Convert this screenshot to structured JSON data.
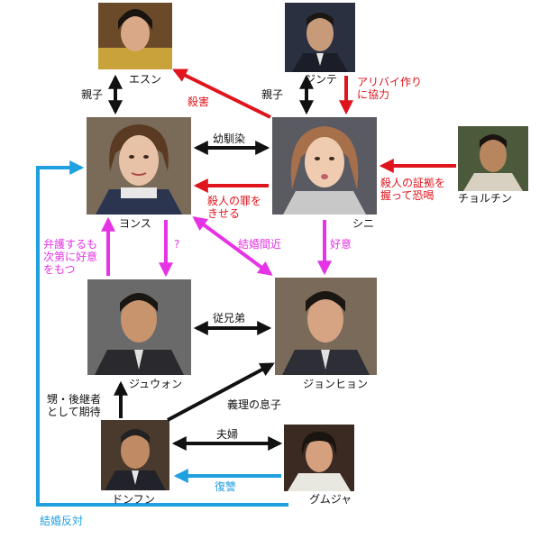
{
  "people": {
    "esun": "エスン",
    "jinte": "ジンテ",
    "yonsu": "ヨンス",
    "shini": "シニ",
    "cheolchin": "チョルチン",
    "juwon": "ジュウォン",
    "jonhyon": "ジョンヒョン",
    "donfun": "ドンフン",
    "gumuja": "グムジャ"
  },
  "relations": {
    "oyako1": "親子",
    "oyako2": "親子",
    "satsugai": "殺害",
    "alibi_line1": "アリバイ作り",
    "alibi_line2": "に協力",
    "osananajimi": "幼馴染",
    "shouko_line1": "殺人の証拠を",
    "shouko_line2": "握って恐喝",
    "tsumi_line1": "殺人の罪を",
    "tsumi_line2": "きせる",
    "question": "?",
    "kekkon_majika": "結婚間近",
    "koui": "好意",
    "bengo_line1": "弁護するも",
    "bengo_line2": "次第に好意",
    "bengo_line3": "をもつ",
    "itoko": "従兄弟",
    "oi_line1": "甥・後継者",
    "oi_line2": "として期待",
    "giri_musuko": "義理の息子",
    "fuufu": "夫婦",
    "fukushuu": "復讐",
    "kekkon_hantai": "結婚反対"
  },
  "colors": {
    "black": "#111111",
    "red": "#e0141c",
    "magenta": "#e633e6",
    "blue": "#1fa0e0"
  }
}
